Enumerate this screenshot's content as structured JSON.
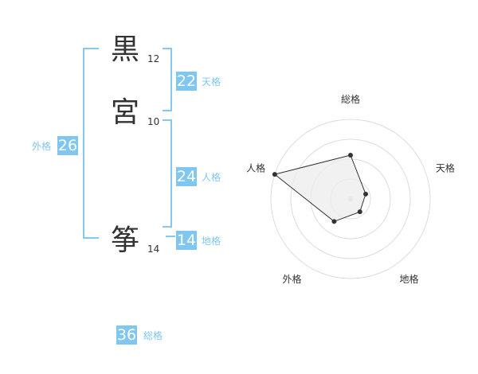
{
  "colors": {
    "accent": "#7fc7f0",
    "label": "#7fc7f0",
    "text": "#333333",
    "radar_fill": "#eeeeee",
    "radar_ring": "#dddddd"
  },
  "name": {
    "chars": [
      {
        "char": "黒",
        "strokes": "12"
      },
      {
        "char": "宮",
        "strokes": "10"
      },
      {
        "char": "筝",
        "strokes": "14"
      }
    ]
  },
  "fortune": {
    "tenkaku": {
      "value": "22",
      "label": "天格"
    },
    "jinkaku": {
      "value": "24",
      "label": "人格"
    },
    "chikaku": {
      "value": "14",
      "label": "地格"
    },
    "gaikaku": {
      "value": "26",
      "label": "外格"
    },
    "soukaku": {
      "value": "36",
      "label": "総格"
    }
  },
  "chart_data": {
    "type": "radar",
    "axes": [
      "総格",
      "天格",
      "地格",
      "外格",
      "人格"
    ],
    "values": [
      0.55,
      0.2,
      0.2,
      0.35,
      1.0
    ],
    "max": 1.0,
    "rings": 4
  }
}
